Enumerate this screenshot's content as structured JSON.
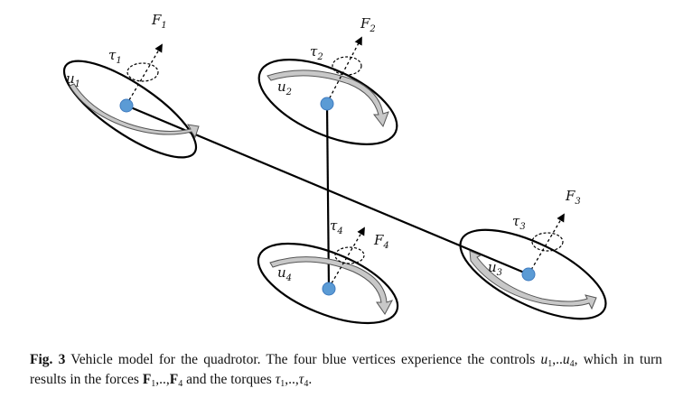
{
  "diagram": {
    "rotors": [
      {
        "id": "1",
        "force_label": "F",
        "force_sub": "1",
        "torque_label": "τ",
        "torque_sub": "1",
        "control_label": "u",
        "control_sub": "1",
        "vertex_color": "#5b9bd5"
      },
      {
        "id": "2",
        "force_label": "F",
        "force_sub": "2",
        "torque_label": "τ",
        "torque_sub": "2",
        "control_label": "u",
        "control_sub": "2",
        "vertex_color": "#5b9bd5"
      },
      {
        "id": "3",
        "force_label": "F",
        "force_sub": "3",
        "torque_label": "τ",
        "torque_sub": "3",
        "control_label": "u",
        "control_sub": "3",
        "vertex_color": "#5b9bd5"
      },
      {
        "id": "4",
        "force_label": "F",
        "force_sub": "4",
        "torque_label": "τ",
        "torque_sub": "4",
        "control_label": "u",
        "control_sub": "4",
        "vertex_color": "#5b9bd5"
      }
    ],
    "colors": {
      "vertex": "#5b9bd5",
      "vertex_stroke": "#3f7bbf",
      "frame": "#000000",
      "arrow_fill": "#c8c8c8"
    }
  },
  "caption": {
    "label": "Fig. 3",
    "text_1": "Vehicle model for the quadrotor. The four blue vertices experience the controls ",
    "u": "u",
    "u_first_sub": "1",
    "range_sep_1": ",..",
    "u_last_sub": "4",
    "text_2": ", which in turn results in the forces ",
    "F": "F",
    "F_first_sub": "1",
    "range_sep_2": ",..,",
    "F_last_sub": "4",
    "text_3": " and the torques ",
    "tau": "τ",
    "tau_first_sub": "1",
    "range_sep_3": ",..,",
    "tau_last_sub": "4",
    "text_4": "."
  }
}
